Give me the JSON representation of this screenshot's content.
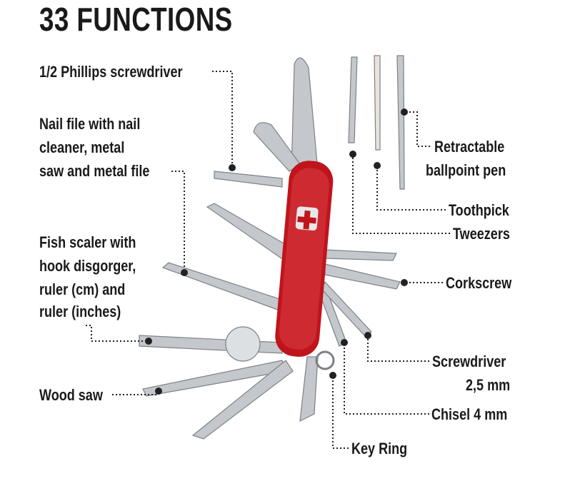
{
  "title": "33 FUNCTIONS",
  "labels_left": {
    "phillips": "1/2 Phillips screwdriver",
    "nailfile": [
      "Nail file with nail",
      "cleaner, metal",
      "saw and metal file"
    ],
    "fishscaler": [
      "Fish scaler with",
      "hook disgorger,",
      "ruler (cm) and",
      "ruler (inches)"
    ],
    "woodsaw": "Wood saw"
  },
  "labels_right": {
    "pen": [
      "Retractable",
      "ballpoint pen"
    ],
    "toothpick": "Toothpick",
    "tweezers": "Tweezers",
    "corkscrew": "Corkscrew",
    "screwdriver": [
      "Screwdriver",
      "2,5 mm"
    ],
    "chisel": "Chisel 4 mm",
    "keyring": "Key Ring"
  },
  "colors": {
    "body": "#c0141c",
    "steel": "#b9bcc0",
    "text": "#1a1a1a"
  }
}
